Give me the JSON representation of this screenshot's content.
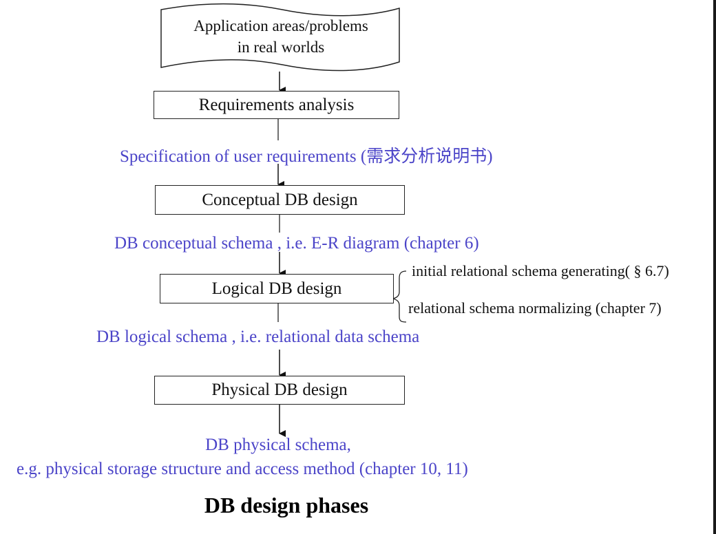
{
  "diagram": {
    "title": "DB design phases",
    "source_node": {
      "line1": "Application areas/problems",
      "line2": "in real worlds"
    },
    "phases": [
      {
        "label": "Requirements analysis"
      },
      {
        "label": "Conceptual DB design"
      },
      {
        "label": "Logical DB design"
      },
      {
        "label": "Physical DB design"
      }
    ],
    "outputs": [
      {
        "text": "Specification of  user requirements (需求分析说明书)"
      },
      {
        "text": "DB conceptual schema , i.e. E-R diagram (chapter 6)"
      },
      {
        "text": "DB logical schema , i.e. relational data schema"
      },
      {
        "line1": "DB physical schema,",
        "line2": "e.g. physical storage structure and  access method (chapter 10, 11)"
      }
    ],
    "logical_notes": [
      "initial relational schema generating( § 6.7)",
      "relational schema normalizing (chapter 7)"
    ],
    "colors": {
      "output_text": "#4b44c8",
      "box_border": "#222222"
    }
  }
}
